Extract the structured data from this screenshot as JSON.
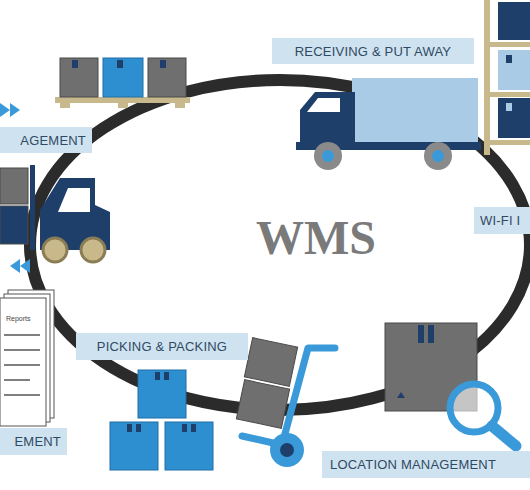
{
  "diagram": {
    "nodes": [
      {
        "text": [
          "RECEIVING & PUT AWAY"
        ]
      },
      {
        "text": [
          "AGEMENT"
        ]
      },
      {
        "text": [
          "WI-FI I"
        ]
      },
      {
        "text": [
          "PICKING & PACKING"
        ]
      },
      {
        "text": [
          "EMENT"
        ]
      },
      {
        "text": [
          "LOCATION MANAGEMENT"
        ]
      }
    ],
    "labels": [
      "WMS",
      "Reports"
    ]
  }
}
